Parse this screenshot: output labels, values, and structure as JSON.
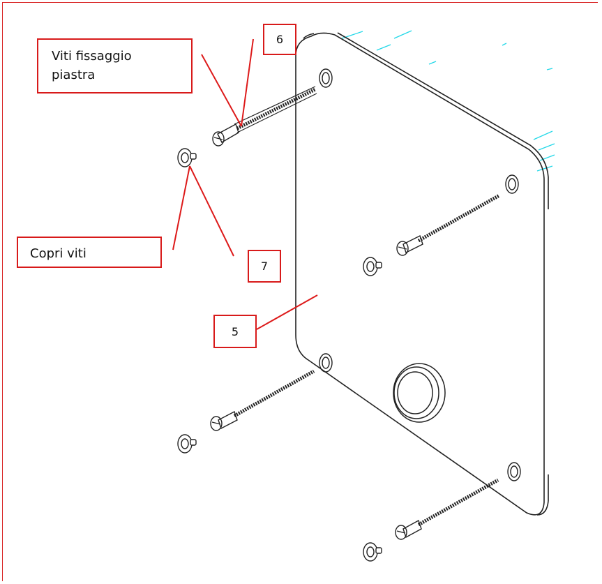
{
  "labels": {
    "viti_line1": "Viti fissaggio",
    "viti_line2": "piastra",
    "copri": "Copri viti",
    "n5": "5",
    "n6": "6",
    "n7": "7"
  },
  "colors": {
    "leader": "#dd1a1a",
    "drawing": "#222222",
    "accent": "#22d8e8"
  }
}
